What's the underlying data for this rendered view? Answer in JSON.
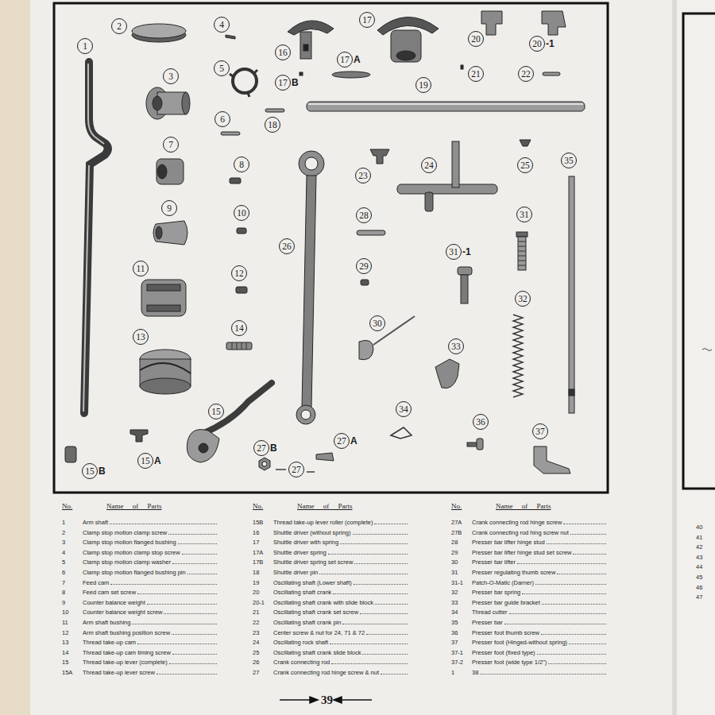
{
  "diagram": {
    "nodes": [
      {
        "text": [
          "1"
        ]
      },
      {
        "text": [
          "2"
        ]
      },
      {
        "text": [
          "3"
        ]
      },
      {
        "text": [
          "4"
        ]
      },
      {
        "text": [
          "5"
        ]
      },
      {
        "text": [
          "6"
        ]
      },
      {
        "text": [
          "7"
        ]
      },
      {
        "text": [
          "8"
        ]
      },
      {
        "text": [
          "9"
        ]
      },
      {
        "text": [
          "10"
        ]
      },
      {
        "text": [
          "11"
        ]
      },
      {
        "text": [
          "12"
        ]
      },
      {
        "text": [
          "13"
        ]
      },
      {
        "text": [
          "14"
        ]
      },
      {
        "text": [
          "15"
        ]
      },
      {
        "text": [
          "15",
          "A"
        ]
      },
      {
        "text": [
          "15",
          "B"
        ]
      },
      {
        "text": [
          "16"
        ]
      },
      {
        "text": [
          "17"
        ]
      },
      {
        "text": [
          "17",
          "A"
        ]
      },
      {
        "text": [
          "17",
          "B"
        ]
      },
      {
        "text": [
          "18"
        ]
      },
      {
        "text": [
          "19"
        ]
      },
      {
        "text": [
          "20"
        ]
      },
      {
        "text": [
          "20",
          "-1"
        ]
      },
      {
        "text": [
          "21"
        ]
      },
      {
        "text": [
          "22"
        ]
      },
      {
        "text": [
          "23"
        ]
      },
      {
        "text": [
          "24"
        ]
      },
      {
        "text": [
          "25"
        ]
      },
      {
        "text": [
          "26"
        ]
      },
      {
        "text": [
          "27"
        ]
      },
      {
        "text": [
          "27",
          "A"
        ]
      },
      {
        "text": [
          "27",
          "B"
        ]
      },
      {
        "text": [
          "28"
        ]
      },
      {
        "text": [
          "29"
        ]
      },
      {
        "text": [
          "30"
        ]
      },
      {
        "text": [
          "31"
        ]
      },
      {
        "text": [
          "31",
          "-1"
        ]
      },
      {
        "text": [
          "32"
        ]
      },
      {
        "text": [
          "33"
        ]
      },
      {
        "text": [
          "34"
        ]
      },
      {
        "text": [
          "35"
        ]
      },
      {
        "text": [
          "36"
        ]
      },
      {
        "text": [
          "37"
        ]
      }
    ],
    "edges": [],
    "labels": [
      "No.",
      "Name of Parts",
      "1",
      "Arm shaft",
      "2",
      "Clamp stop motion clamp screw",
      "3",
      "Clamp stop motion flanged bushing",
      "4",
      "Clamp stop motion clamp stop screw",
      "5",
      "Clamp stop motion clamp washer",
      "6",
      "Clamp stop motion flanged bushing pin",
      "7",
      "Feed cam",
      "8",
      "Feed cam set screw",
      "9",
      "Counter balance weight",
      "10",
      "Counter balance weight screw",
      "11",
      "Arm shaft bushing",
      "12",
      "Arm shaft bushing position screw",
      "13",
      "Thread take-up cam",
      "14",
      "Thread take-up cam timing screw",
      "15",
      "Thread take-up lever (complete)",
      "15A",
      "Thread take-up lever screw",
      "No.",
      "Name of Parts",
      "15B",
      "Thread take-up lever roller (complete)",
      "16",
      "Shuttle driver (without spring)",
      "17",
      "Shuttle driver with spring",
      "17A",
      "Shuttle driver spring",
      "17B",
      "Shuttle driver spring set screw",
      "18",
      "Shuttle driver pin",
      "19",
      "Oscillating shaft (Lower shaft)",
      "20",
      "Oscillating shaft crank",
      "20-1",
      "Oscillating shaft crank with slide block",
      "21",
      "Oscillating shaft crank set screw",
      "22",
      "Oscillating shaft crank pin",
      "23",
      "Center screw & nut for 24, 71 & 72",
      "24",
      "Oscillating rock shaft",
      "25",
      "Oscillating shaft crank slide block",
      "26",
      "Crank connecting rod",
      "27",
      "Crank connecting rod hinge screw & nut",
      "No.",
      "Name of Parts",
      "27A",
      "Crank connecting rod hinge screw",
      "27B",
      "Crank connecting rod hing screw nut",
      "28",
      "Presser bar lifter hinge stud",
      "29",
      "Presser bar lifter hinge stud set screw",
      "30",
      "Presser bar lifter",
      "31",
      "Presser regulating thumb screw",
      "31-1",
      "Patch-O-Matic (Darner)",
      "32",
      "Presser bar spring",
      "33",
      "Presser bar guide bracket",
      "34",
      "Thread cutter",
      "35",
      "Presser bar",
      "36",
      "Presser foot thumb screw",
      "37",
      "Presser foot (Hinged-without spring)",
      "37-1",
      "Presser foot (fixed type)",
      "37-2",
      "Presser foot (wide type 1/2\")",
      "1",
      "38",
      "39",
      "40",
      "41",
      "42",
      "43",
      "44",
      "45",
      "46",
      "47"
    ]
  }
}
